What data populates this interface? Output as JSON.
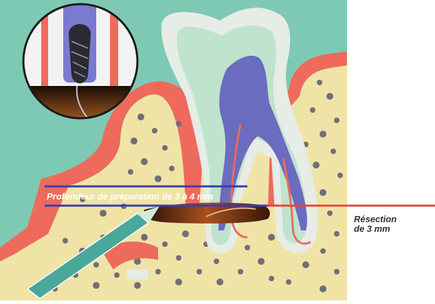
{
  "labels": {
    "depth": "Profondeur de préparation de 3 à 4 mm",
    "resection_line1": "Résection",
    "resection_line2": "de 3 mm"
  },
  "colors": {
    "background": "#7ec9b4",
    "bone": "#efe4a6",
    "bone_speckle": "#6f6f78",
    "gum": "#ee6a5c",
    "tooth_outer": "#e6ece6",
    "tooth_inner": "#bfe3cc",
    "pulp": "#6b6bc0",
    "guide_line": "#3b3bb0",
    "resection_line": "#e8443c",
    "instrument": "#4aa89a"
  },
  "icons": {
    "inset": "magnified-bur-tip-icon"
  }
}
